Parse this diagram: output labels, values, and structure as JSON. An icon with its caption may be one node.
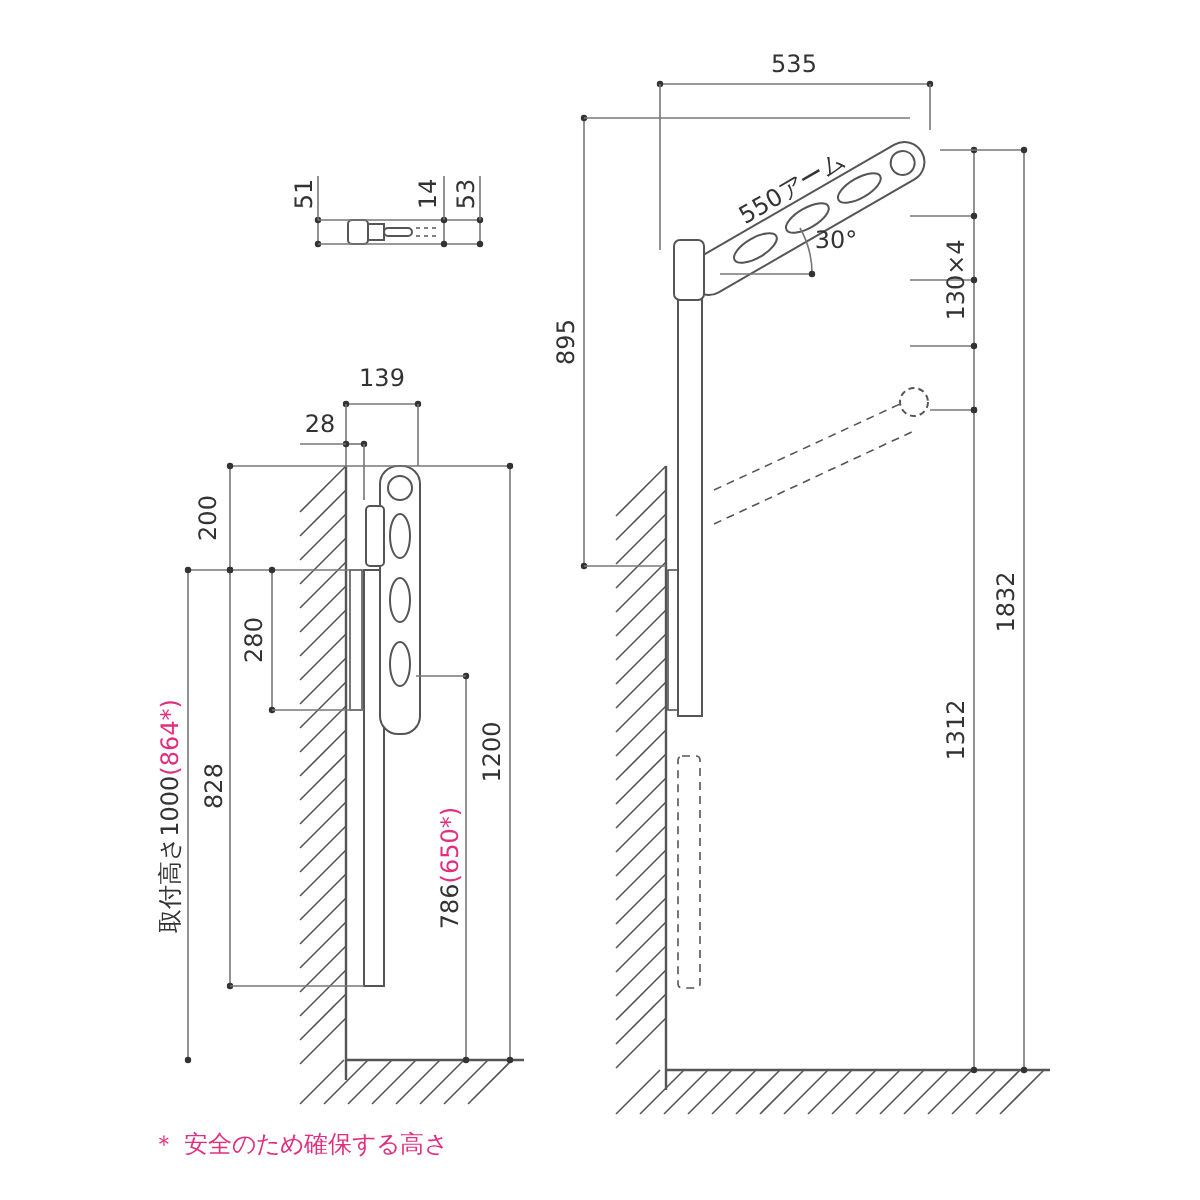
{
  "diagram": {
    "labels": [
      "535",
      "51",
      "14",
      "53",
      "550アーム",
      "30°",
      "895",
      "130×4",
      "139",
      "28",
      "200",
      "280",
      "取付高さ1000",
      "(864*)",
      "828",
      "786",
      "(650*)",
      "1200",
      "1832",
      "1312",
      "＊ 安全のため確保する高さ"
    ]
  }
}
